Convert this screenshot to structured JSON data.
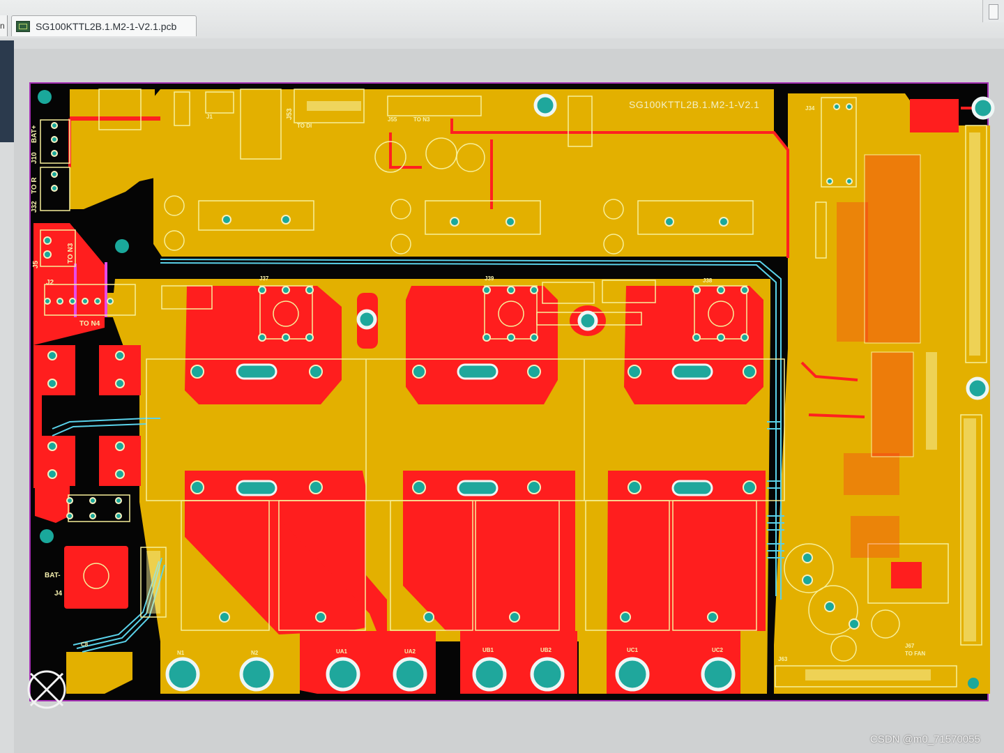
{
  "window": {
    "left_tab_fragment": "n",
    "file_tab_label": "SG100KTTL2B.1.M2-1-V2.1.pcb",
    "file_tab_icon": "pcb-document-icon"
  },
  "board": {
    "title": "SG100KTTL2B.1.M2-1-V2.1",
    "colors": {
      "top_copper": "#ff1f1f",
      "bottom_copper": "#e6b400",
      "silkscreen": "#f7f2b0",
      "keepout": "#a42fb4",
      "via": "#1fa79c"
    },
    "labels": {
      "bat_plus": "BAT+",
      "j10": "J10",
      "j32": "J32",
      "to_r": "TO R",
      "to_n3_left": "TO N3",
      "j5": "J5",
      "j2": "J2",
      "to_n4": "TO N4",
      "bat_minus": "BAT-",
      "j4": "J4",
      "j1": "J1",
      "j53": "J53",
      "to_di": "TO DI",
      "j55": "J55",
      "to_n3": "TO N3",
      "j34": "J34",
      "j37": "J37",
      "j39": "J39",
      "j38": "J38",
      "n1": "N1",
      "n2": "N2",
      "ua1": "UA1",
      "ua2": "UA2",
      "ub1": "UB1",
      "ub2": "UB2",
      "uc1": "UC1",
      "uc2": "UC2",
      "j67": "J67",
      "to_fan": "TO FAN",
      "j63": "J63",
      "c8": "C8"
    }
  },
  "watermark": "CSDN @m0_71570055"
}
